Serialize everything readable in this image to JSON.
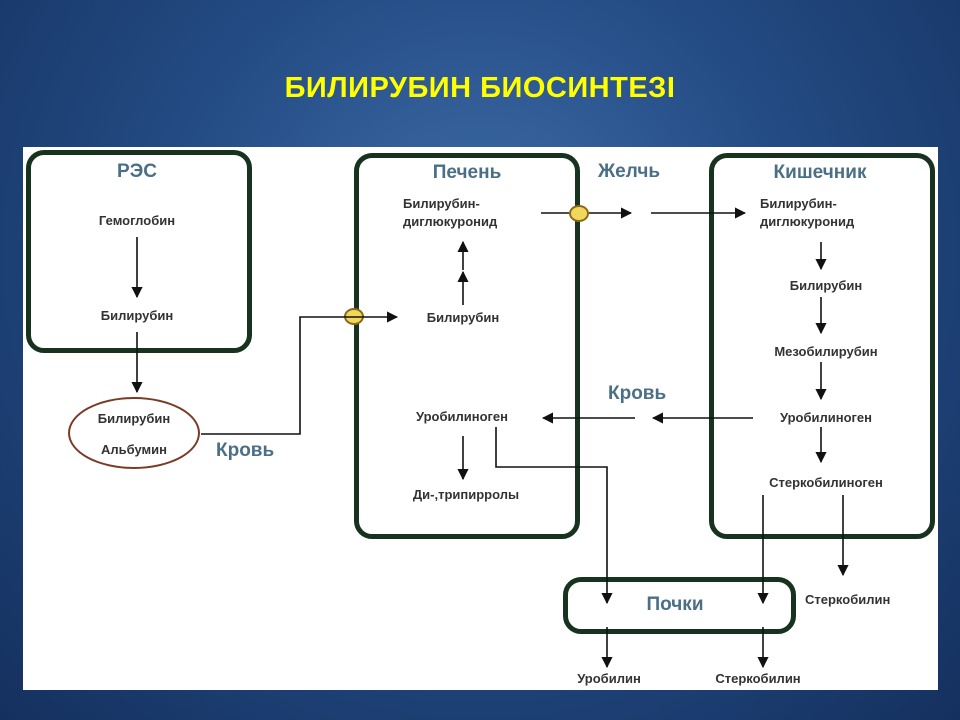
{
  "title": "БИЛИРУБИН БИОСИНТЕЗІ",
  "res": {
    "header": "РЭС",
    "items": [
      "Гемоглобин",
      "Билирубин"
    ]
  },
  "complex": [
    "Билирубин",
    "Альбумин"
  ],
  "blood_label_1": "Кровь",
  "liver": {
    "header": "Печень",
    "conjugate": [
      "Билирубин-",
      "диглюкуронид"
    ],
    "bilirubin": "Билирубин",
    "urobilinogen": "Уробилиноген",
    "pyrroles": "Ди-,трипирролы"
  },
  "bile_label": "Желчь",
  "blood_label_2": "Кровь",
  "intestine": {
    "header": "Кишечник",
    "conjugate": [
      "Билирубин-",
      "диглюкуронид"
    ],
    "bilirubin": "Билирубин",
    "mesobilirubin": "Мезобилирубин",
    "urobilinogen": "Уробилиноген",
    "stercobilinogen": "Стеркобилиноген"
  },
  "kidneys": {
    "header": "Почки"
  },
  "stercobilin_side": "Стеркобилин",
  "urobilin": "Уробилин",
  "stercobilin_bottom": "Стеркобилин"
}
